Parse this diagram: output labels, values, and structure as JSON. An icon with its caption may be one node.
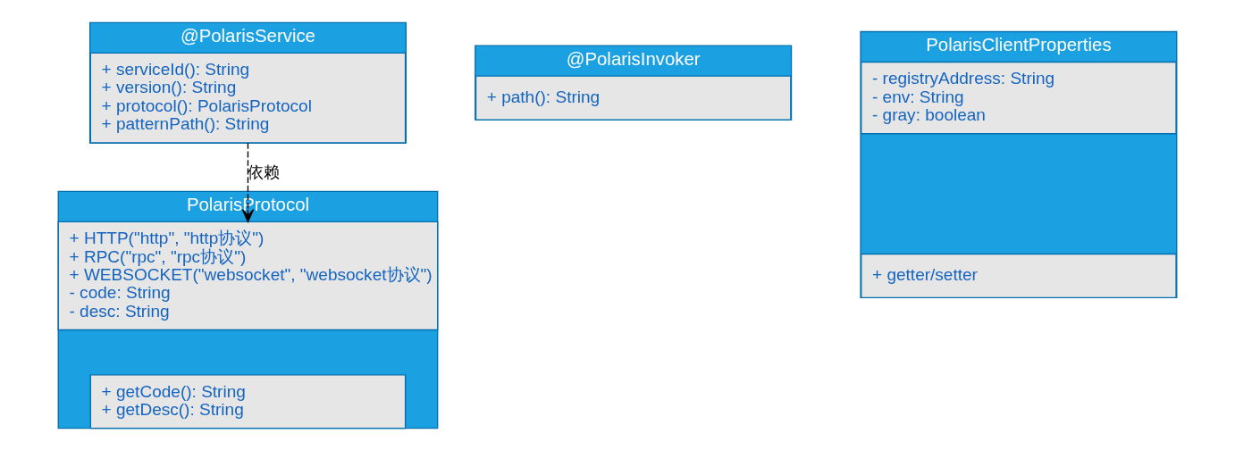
{
  "diagram": {
    "nodes": [
      {
        "text": [
          "@PolarisService"
        ]
      },
      {
        "text": [
          "+ serviceId(): String",
          "+ version(): String",
          "+ protocol(): PolarisProtocol",
          "+ patternPath(): String"
        ],
        "in": 0
      },
      {
        "text": [
          "@PolarisInvoker"
        ]
      },
      {
        "text": [
          "+ path(): String"
        ],
        "in": 2
      },
      {
        "text": [
          "PolarisClientProperties"
        ]
      },
      {
        "text": [
          "- registryAddress: String",
          "- env: String",
          "- gray: boolean"
        ],
        "in": 4
      },
      {
        "text": [
          "+ getter/setter"
        ],
        "in": 4
      },
      {
        "text": [
          "PolarisProtocol"
        ]
      },
      {
        "text": [
          "+ HTTP(\"http\", \"http协议\")",
          "+ RPC(\"rpc\", \"rpc协议\")",
          "+ WEBSOCKET(\"websocket\", \"websocket协议\")",
          "- code: String",
          "- desc: String"
        ],
        "in": 7
      },
      {
        "text": [
          "+ getCode(): String",
          "+ getDesc(): String"
        ],
        "in": 7
      }
    ],
    "edges": [
      {
        "from": 1,
        "to": 8,
        "arrow": "to",
        "style": "dashed",
        "label": "依赖"
      }
    ]
  }
}
